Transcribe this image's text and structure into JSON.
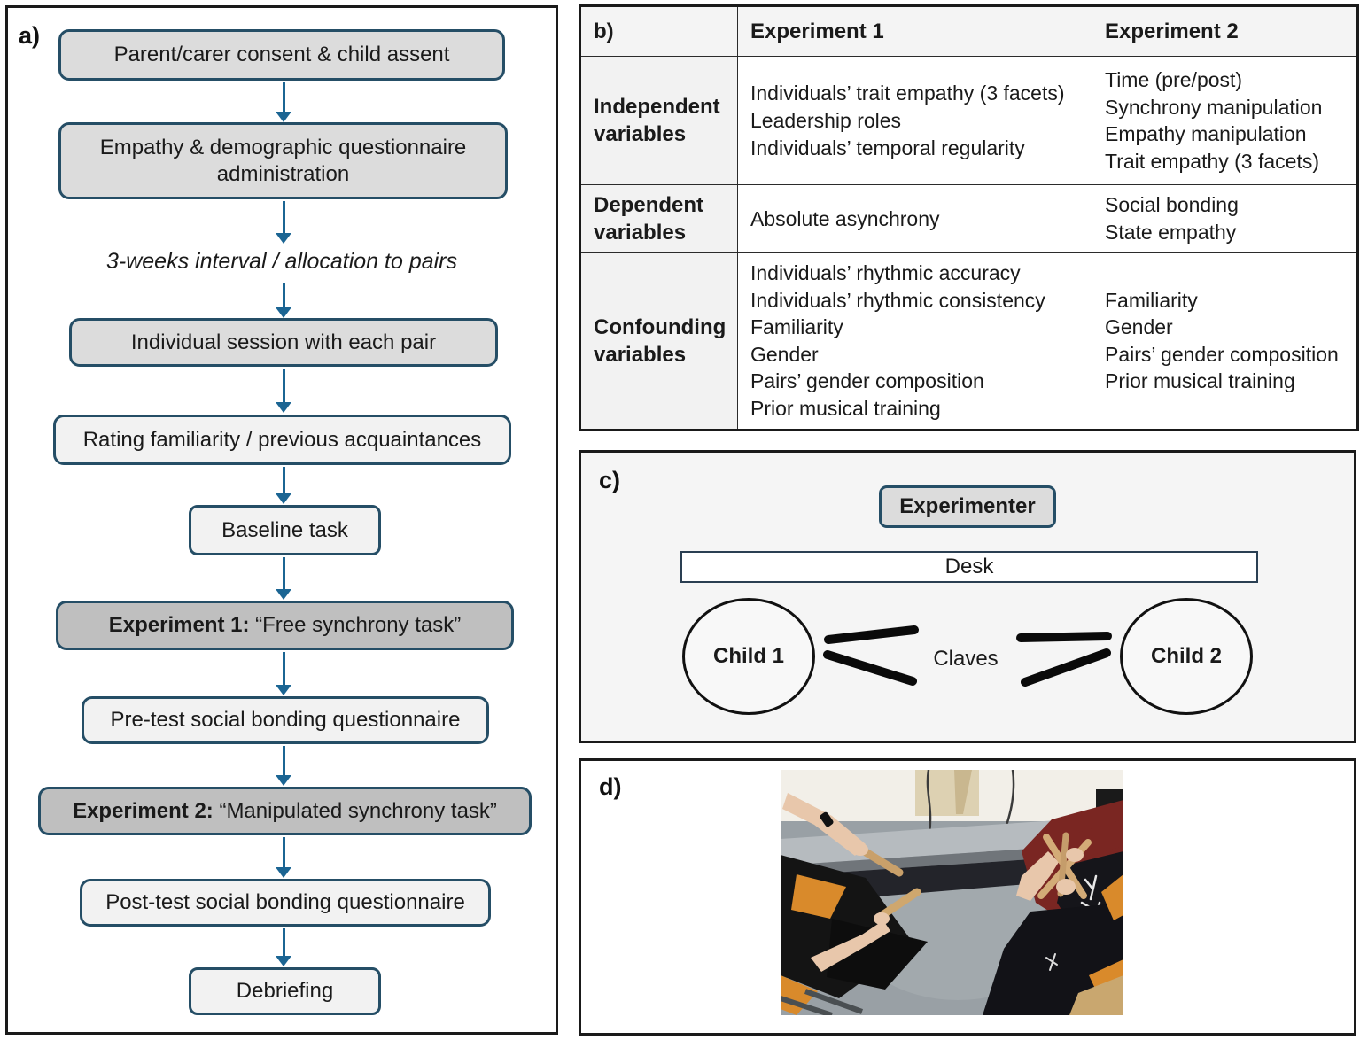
{
  "colors": {
    "arrow_blue": "#1b6593",
    "flow_border_navy": "#254e66",
    "flow_fill_grey": "#dcdcdc",
    "flow_fill_light": "#f2f2f2",
    "flow_fill_dark": "#bfbfbf",
    "panel_border": "#1a1a1a",
    "chair_orange": "#d98a2b",
    "hoodie_maroon": "#7a2622"
  },
  "flow": {
    "panel_label": "a)",
    "box1": "Parent/carer consent & child assent",
    "box2": "Empathy & demographic questionnaire administration",
    "note": "3-weeks interval / allocation to pairs",
    "box3": "Individual session with each pair",
    "box4": "Rating familiarity / previous acquaintances",
    "box5": "Baseline task",
    "box6_bold": "Experiment 1:",
    "box6_text": " “Free synchrony task”",
    "box7": "Pre-test social bonding questionnaire",
    "box8_bold": "Experiment 2:",
    "box8_text": " “Manipulated synchrony task”",
    "box9": "Post-test social bonding questionnaire",
    "box10": "Debriefing"
  },
  "table": {
    "panel_label": "b)",
    "headers": [
      "Experiment 1",
      "Experiment 2"
    ],
    "rows": [
      {
        "label": "Independent variables",
        "exp1": [
          "Individuals’ trait empathy (3 facets)",
          "Leadership roles",
          "Individuals’ temporal regularity"
        ],
        "exp2": [
          "Time (pre/post)",
          "Synchrony manipulation",
          "Empathy manipulation",
          "Trait empathy (3 facets)"
        ]
      },
      {
        "label": "Dependent variables",
        "exp1": [
          "Absolute asynchrony"
        ],
        "exp2": [
          "Social bonding",
          "State empathy"
        ]
      },
      {
        "label": "Confounding variables",
        "exp1": [
          "Individuals’ rhythmic accuracy",
          "Individuals’ rhythmic consistency",
          "Familiarity",
          "Gender",
          "Pairs’ gender composition",
          "Prior musical training"
        ],
        "exp2": [
          "Familiarity",
          "Gender",
          "Pairs’ gender composition",
          "Prior musical training"
        ]
      }
    ]
  },
  "setup": {
    "panel_label": "c)",
    "experimenter": "Experimenter",
    "desk": "Desk",
    "child1": "Child 1",
    "child2": "Child 2",
    "claves": "Claves"
  },
  "photo_panel": {
    "panel_label": "d)"
  }
}
